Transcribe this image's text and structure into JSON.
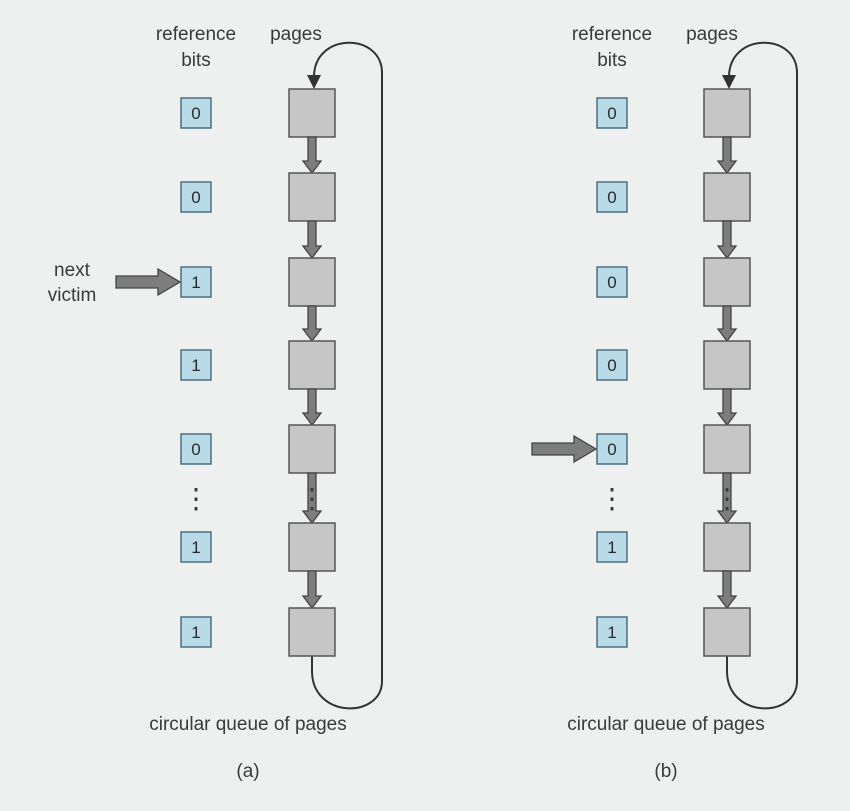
{
  "panels": [
    {
      "id": "a",
      "header_reference": "reference",
      "header_bits": "bits",
      "header_pages": "pages",
      "bits": [
        "0",
        "0",
        "1",
        "1",
        "0",
        "1",
        "1"
      ],
      "pointer_index": 2,
      "pointer_label_line1": "next",
      "pointer_label_line2": "victim",
      "queue_label": "circular queue of pages",
      "caption": "(a)"
    },
    {
      "id": "b",
      "header_reference": "reference",
      "header_bits": "bits",
      "header_pages": "pages",
      "bits": [
        "0",
        "0",
        "0",
        "0",
        "0",
        "1",
        "1"
      ],
      "pointer_index": 4,
      "pointer_label_line1": "",
      "pointer_label_line2": "",
      "queue_label": "circular queue of pages",
      "caption": "(b)"
    }
  ],
  "ellipsis": "⋮",
  "colors": {
    "bit_fill": "#b9dbe8",
    "bit_stroke": "#4a6f80",
    "page_fill": "#c6c6c6",
    "page_stroke": "#555555",
    "arrow_fill": "#7d7d7d",
    "arrow_stroke": "#444444",
    "line": "#333333"
  }
}
